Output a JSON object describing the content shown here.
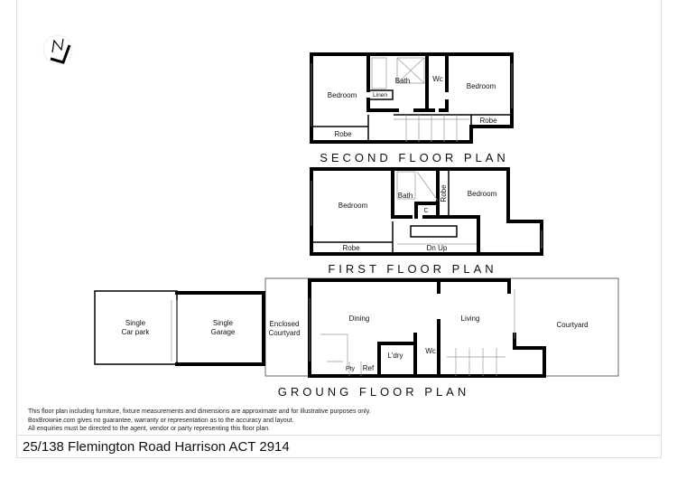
{
  "compass": {
    "label": "N"
  },
  "second_floor": {
    "title": "SECOND FLOOR PLAN",
    "rooms": [
      "Bedroom",
      "Bath",
      "Linen",
      "Wc",
      "Bedroom",
      "Robe",
      "Robe"
    ]
  },
  "first_floor": {
    "title": "FIRST FLOOR PLAN",
    "rooms": [
      "Bedroom",
      "Bath",
      "C",
      "Robe",
      "Bedroom",
      "Robe",
      "Dn Up"
    ]
  },
  "ground_floor": {
    "title": "GROUNG FLOOR PLAN",
    "rooms": [
      "Single",
      "Car park",
      "Single",
      "Garage",
      "Enclosed",
      "Courtyard",
      "Dining",
      "Living",
      "Courtyard",
      "L'dry",
      "Wc",
      "Pty",
      "Ref"
    ]
  },
  "disclaimer": [
    "This floor plan including furniture, fixture measurements and dimensions are approximate and for illustrative purposes only.",
    "BoxBrownie.com gives no guarantee, warranty or representation as to the accuracy and layout.",
    "All enquiries must be directed to the agent, vendor or party representing this floor plan."
  ],
  "address": "25/138 Flemington Road Harrison ACT 2914"
}
